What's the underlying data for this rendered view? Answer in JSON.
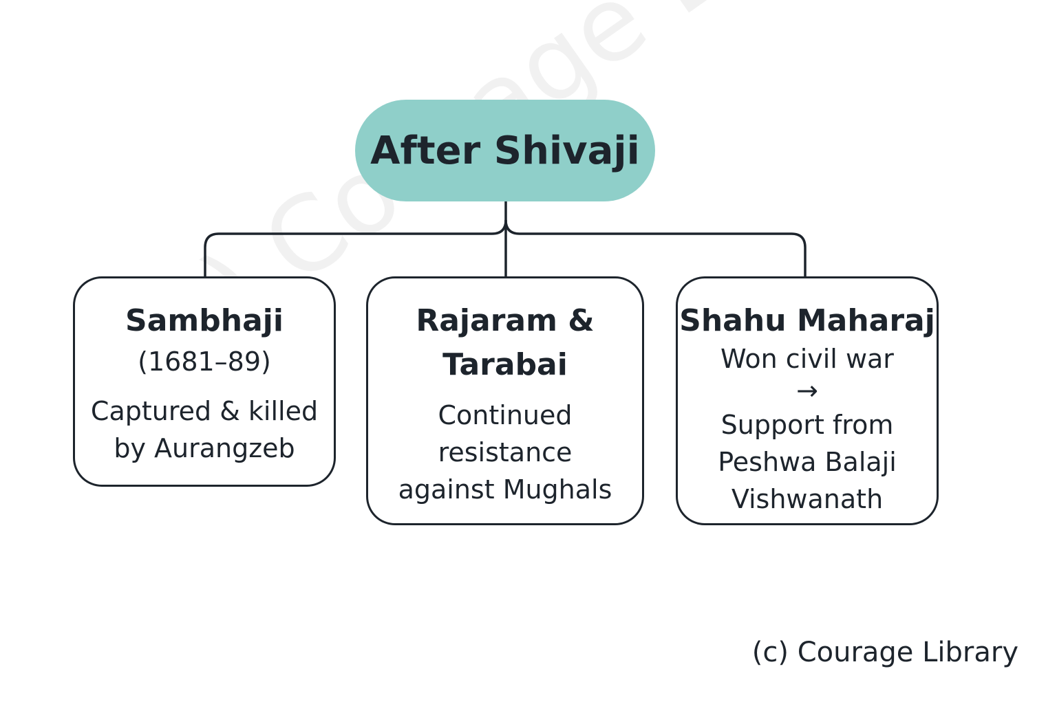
{
  "root": {
    "label": "After Shivaji"
  },
  "nodes": [
    {
      "title": "Sambhaji",
      "lines": [
        "(1681–89)",
        "Captured & killed",
        "by Aurangzeb"
      ]
    },
    {
      "title": "Rajaram &",
      "title2": "Tarabai",
      "lines": [
        "Continued",
        "resistance",
        "against Mughals"
      ]
    },
    {
      "title": "Shahu Maharaj",
      "lines": [
        "Won civil war",
        "→",
        "Support from",
        "Peshwa Balaji",
        "Vishwanath"
      ]
    }
  ],
  "watermark": "(c) Courage Library",
  "copyright": "(c) Courage Library",
  "colors": {
    "root_fill": "#8fcfc9",
    "stroke": "#1d242c",
    "watermark": "#f1f1f1"
  }
}
